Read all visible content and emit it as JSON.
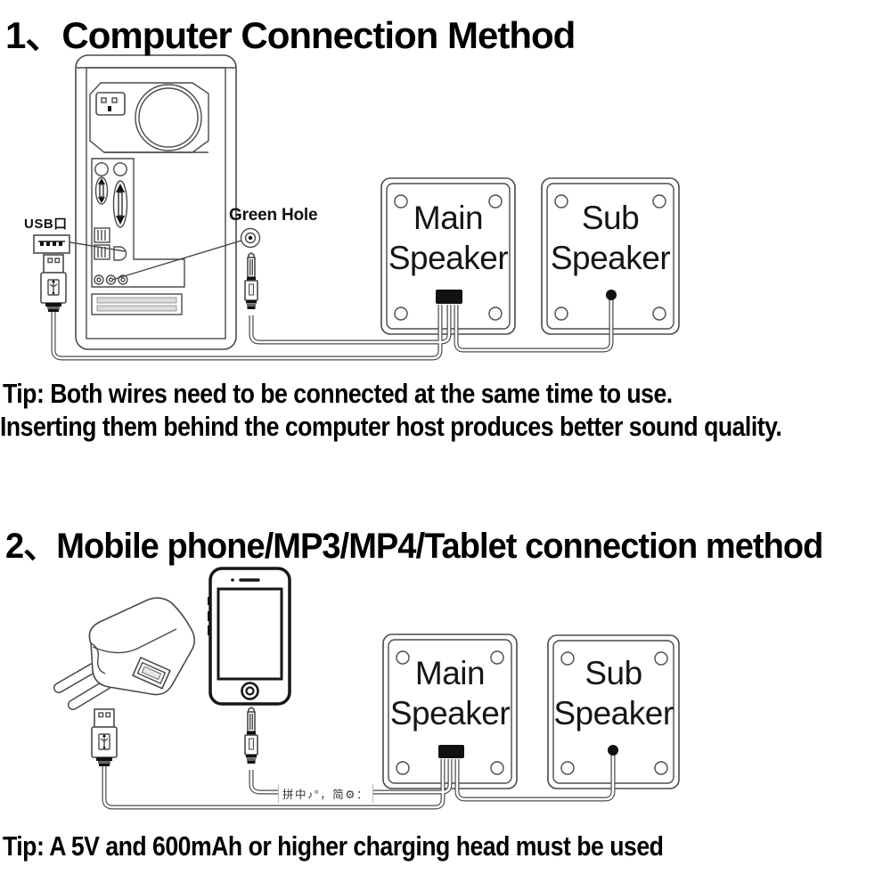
{
  "colors": {
    "line": "#4a4a4a",
    "dark": "#111111",
    "text": "#000000"
  },
  "section1": {
    "title": "1、Computer Connection Method",
    "usb_label": "USB口",
    "green_hole_label": "Green Hole",
    "main_speaker": {
      "line1": "Main",
      "line2": "Speaker"
    },
    "sub_speaker": {
      "line1": "Sub",
      "line2": "Speaker"
    },
    "tip_line1": "Tip: Both wires need to be connected at the same time to use.",
    "tip_line2": "Inserting them behind the computer host produces better sound quality."
  },
  "section2": {
    "title": "2、Mobile phone/MP3/MP4/Tablet connection method",
    "main_speaker": {
      "line1": "Main",
      "line2": "Speaker"
    },
    "sub_speaker": {
      "line1": "Sub",
      "line2": "Speaker"
    },
    "ime_watermark": "拼中♪°，简⚙：",
    "tip": "Tip: A 5V and 600mAh or higher charging head must be used"
  }
}
